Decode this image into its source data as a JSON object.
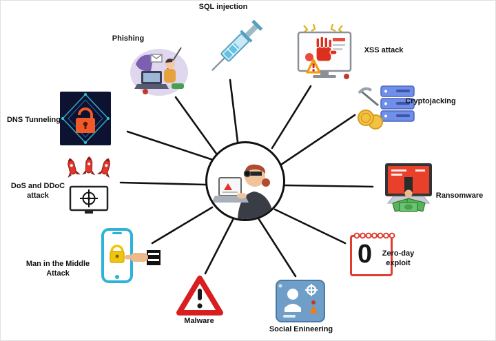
{
  "diagram_title": "Cyber attack types radiating from a hacker figure",
  "center": {
    "name": "hacker-at-laptop"
  },
  "nodes": [
    {
      "id": "sql-injection",
      "label": "SQL injection",
      "icon": "syringe-icon"
    },
    {
      "id": "phishing",
      "label": "Phishing",
      "icon": "phishing-scene-icon"
    },
    {
      "id": "xss-attack",
      "label": "XSS attack",
      "icon": "monitor-stop-hand-icon"
    },
    {
      "id": "cryptojacking",
      "label": "Cryptojacking",
      "icon": "server-coins-icon"
    },
    {
      "id": "ransomware",
      "label": "Ransomware",
      "icon": "laptop-money-icon"
    },
    {
      "id": "zero-day-exploit",
      "label": "Zero-day exploit",
      "icon": "calendar-zero-icon",
      "digit": "0"
    },
    {
      "id": "social-engineering",
      "label": "Social Enineering",
      "icon": "people-board-icon"
    },
    {
      "id": "malware",
      "label": "Malware",
      "icon": "warning-triangle-icon"
    },
    {
      "id": "man-in-the-middle",
      "label": "Man in the Middle Attack",
      "icon": "phone-lock-hand-icon"
    },
    {
      "id": "dos-ddos",
      "label": "DoS and DDoC attack",
      "icon": "rockets-target-icon"
    },
    {
      "id": "dns-tunneling",
      "label": "DNS Tunneling",
      "icon": "dark-padlock-icon"
    }
  ],
  "colors": {
    "line": "#111111",
    "warning_red": "#d81f1f",
    "calendar_red": "#e03c31",
    "lock_orange": "#f05a28",
    "coin_gold": "#f4c242",
    "money_green": "#59b35c",
    "phone_cyan": "#2bb3d9",
    "server_blue": "#6f8fe8"
  }
}
